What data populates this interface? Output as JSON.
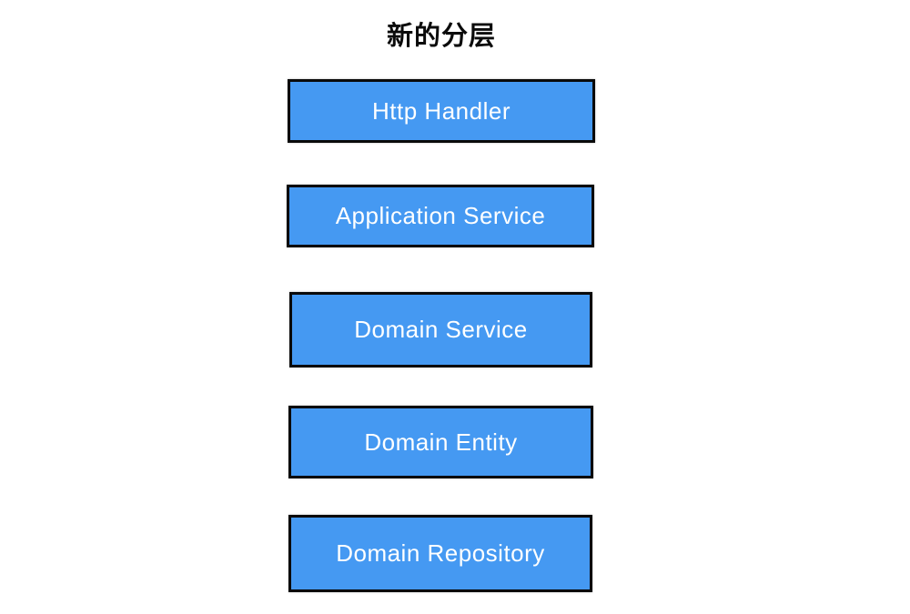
{
  "diagram": {
    "type": "layer-stack",
    "title": "新的分层",
    "layers": [
      {
        "label": "Http Handler"
      },
      {
        "label": "Application Service"
      },
      {
        "label": "Domain Service"
      },
      {
        "label": "Domain Entity"
      },
      {
        "label": "Domain Repository"
      }
    ],
    "colors": {
      "background": "#FFFFFF",
      "box_fill": "#4599F2",
      "box_border": "#0A0A0A",
      "box_text": "#FFFFFF",
      "title_text": "#0B0B0B"
    }
  }
}
